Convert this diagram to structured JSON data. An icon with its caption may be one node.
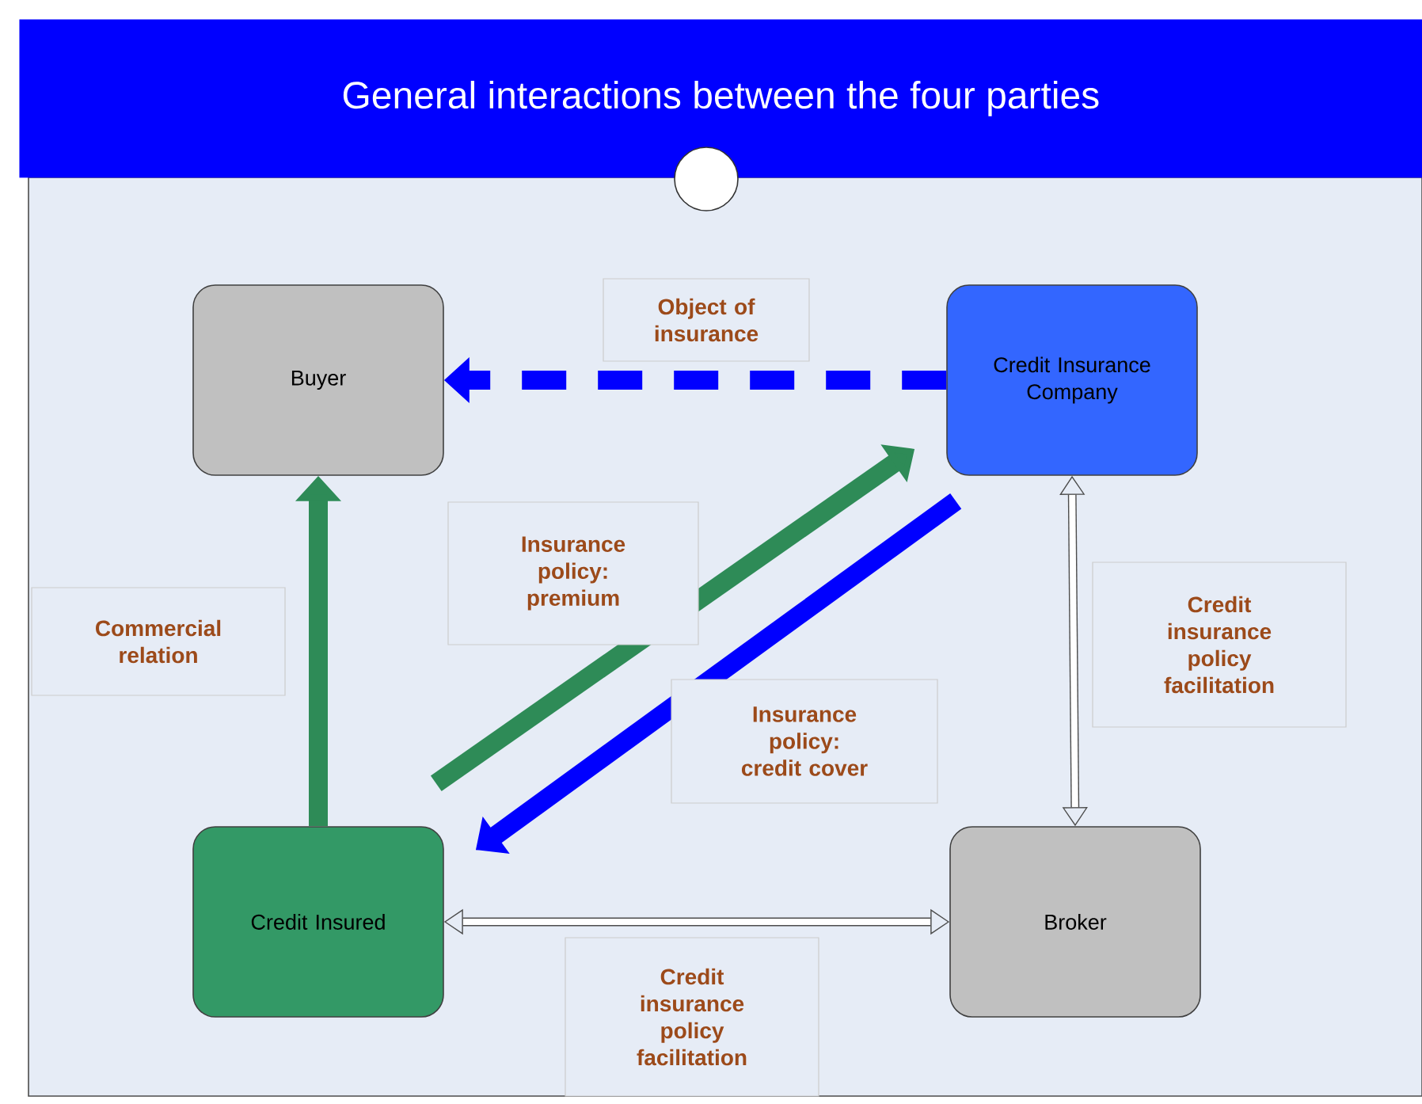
{
  "diagram": {
    "title": "General interactions between the four parties",
    "nodes": [
      {
        "text": [
          "Buyer"
        ]
      },
      {
        "text": [
          "Credit Insurance Company"
        ]
      },
      {
        "text": [
          "Credit Insured"
        ]
      },
      {
        "text": [
          "Broker"
        ]
      }
    ],
    "edges": [
      {
        "from": 1,
        "to": 0,
        "arrow": "to",
        "style": "dashed",
        "color": "#0000ff",
        "label": "Object of insurance"
      },
      {
        "from": 2,
        "to": 0,
        "arrow": "to",
        "color": "#2e8b57",
        "label": "Commercial relation"
      },
      {
        "from": 2,
        "to": 1,
        "arrow": "to",
        "color": "#2e8b57",
        "label": "Insurance policy: premium"
      },
      {
        "from": 1,
        "to": 2,
        "arrow": "to",
        "color": "#0000ff",
        "label": "Insurance policy: credit cover"
      },
      {
        "from": 1,
        "to": 3,
        "arrow": "both",
        "color": "#4c4c4c",
        "label": "Credit insurance policy facilitation"
      },
      {
        "from": 2,
        "to": 3,
        "arrow": "both",
        "color": "#4c4c4c",
        "label": "Credit insurance policy facilitation"
      }
    ]
  }
}
